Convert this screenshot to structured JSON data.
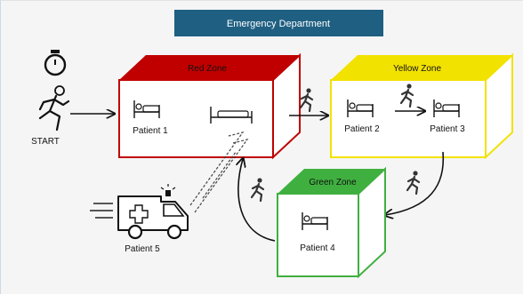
{
  "title": "Emergency Department",
  "start_label": "START",
  "zones": {
    "red": {
      "label": "Red Zone",
      "color": "#c00000"
    },
    "yellow": {
      "label": "Yellow Zone",
      "color": "#f2e200"
    },
    "green": {
      "label": "Green Zone",
      "color": "#3fb03f"
    }
  },
  "patients": {
    "p1": "Patient 1",
    "p2": "Patient 2",
    "p3": "Patient 3",
    "p4": "Patient 4",
    "p5": "Patient 5"
  },
  "icons": [
    "stopwatch-icon",
    "runner-icon",
    "bed-icon",
    "ambulance-icon",
    "arrow-icon"
  ],
  "colors": {
    "title_bar": "#1f5f82",
    "line": "#111111"
  }
}
